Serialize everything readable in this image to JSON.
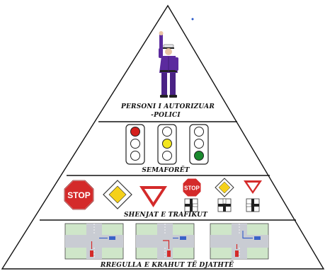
{
  "tiers": [
    {
      "id": "police",
      "label_line1": "PERSONI I AUTORIZUAR",
      "label_line2": "-POLICI"
    },
    {
      "id": "traffic-lights",
      "label": "SEMAFORËT"
    },
    {
      "id": "traffic-signs",
      "label": "SHENJAT E TRAFIKUT",
      "stop_text": "STOP"
    },
    {
      "id": "right-hand-rule",
      "label": "RREGULLA E KRAHUT TË DJATHTË"
    }
  ],
  "colors": {
    "outline": "#111111",
    "light_red": "#d4201c",
    "light_yellow": "#f2e61e",
    "light_green": "#1a8a2e",
    "stop_red": "#d42a2a",
    "sign_red": "#d42a2a",
    "diamond_yellow": "#f5d11a",
    "police_purple": "#5b2a9e",
    "road_green": "#cfe6c9",
    "road_gray": "#c9ccd3",
    "accent_blue": "#3a62c8"
  },
  "icons": [
    "police-officer-icon",
    "traffic-light-icon",
    "stop-sign-icon",
    "priority-road-icon",
    "yield-sign-icon",
    "intersection-icon"
  ]
}
